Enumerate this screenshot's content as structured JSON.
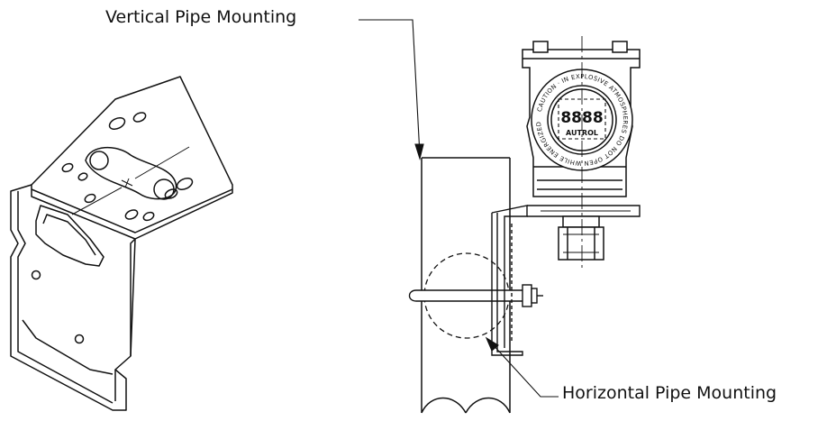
{
  "labels": {
    "vertical": "Vertical Pipe Mounting",
    "horizontal": "Horizontal Pipe Mounting"
  },
  "transmitter": {
    "display_digits": "8888",
    "brand": "AUTROL",
    "ring_text": "CAUTION · IN EXPLOSIVE ATMOSPHERES DO NOT OPEN WHILE ENERGIZED"
  }
}
